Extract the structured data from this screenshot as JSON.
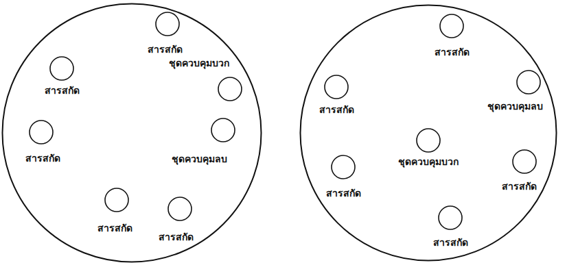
{
  "diagram": {
    "nodes": [
      {
        "text": []
      },
      {
        "text": [
          "สารสกัด"
        ],
        "in": 0
      },
      {
        "text": [
          "สารสกัด"
        ],
        "in": 0
      },
      {
        "text": [
          "ชุดควบคุมบวก"
        ],
        "in": 0
      },
      {
        "text": [
          "สารสกัด"
        ],
        "in": 0
      },
      {
        "text": [
          "ชุดควบคุมลบ"
        ],
        "in": 0
      },
      {
        "text": [
          "สารสกัด"
        ],
        "in": 0
      },
      {
        "text": [
          "สารสกัด"
        ],
        "in": 0
      },
      {
        "text": []
      },
      {
        "text": [
          "สารสกัด"
        ],
        "in": 8
      },
      {
        "text": [
          "สารสกัด"
        ],
        "in": 8
      },
      {
        "text": [
          "ชุดควบคุมลบ"
        ],
        "in": 8
      },
      {
        "text": [
          "ชุดควบคุมบวก"
        ],
        "in": 8
      },
      {
        "text": [
          "สารสกัด"
        ],
        "in": 8
      },
      {
        "text": [
          "สารสกัด"
        ],
        "in": 8
      },
      {
        "text": [
          "สารสกัด"
        ],
        "in": 8
      }
    ]
  }
}
